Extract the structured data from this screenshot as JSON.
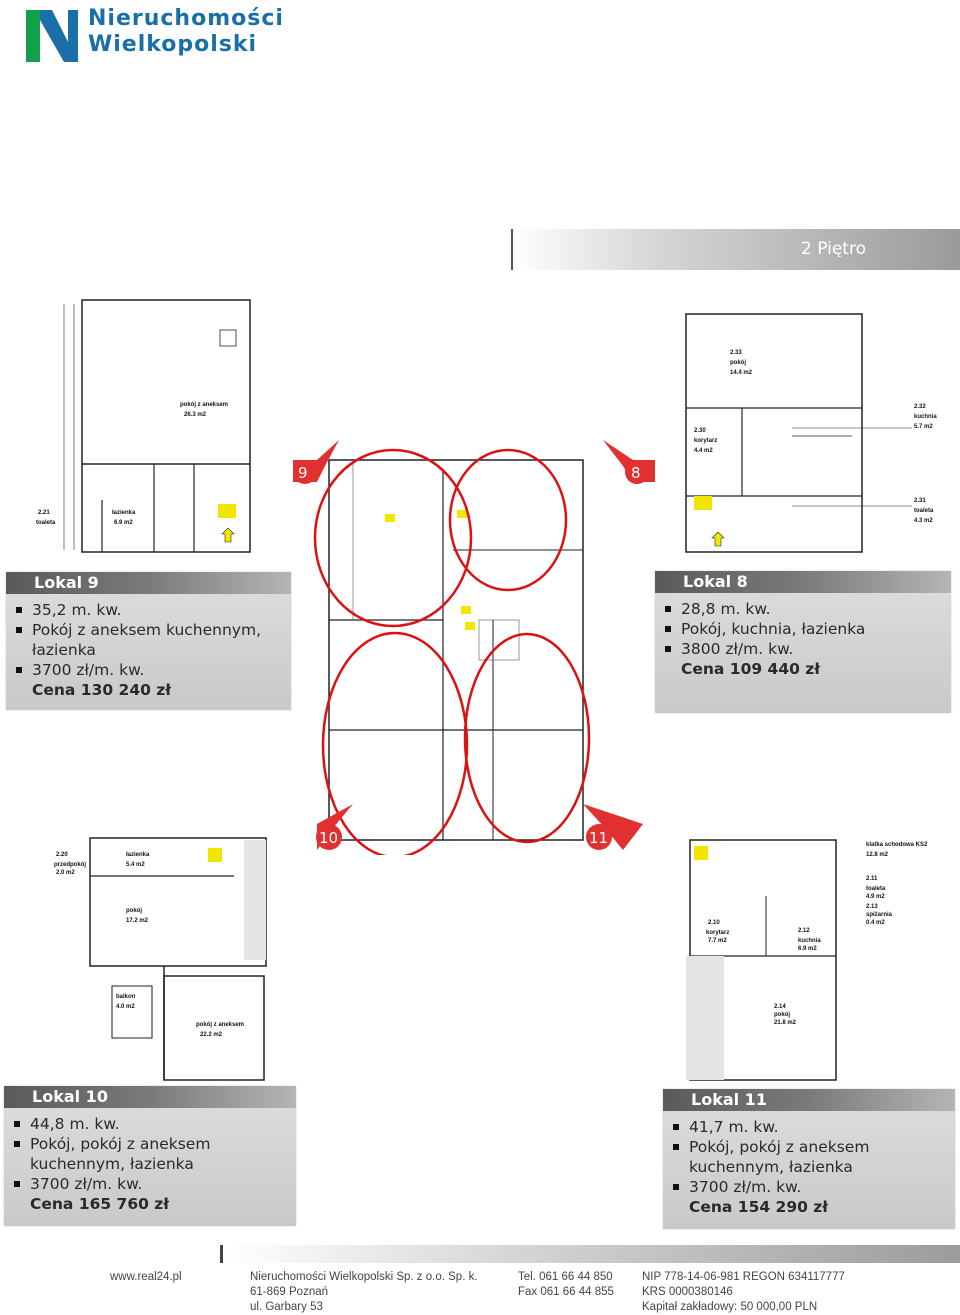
{
  "brand": {
    "line1": "Nieruchomości",
    "line2": "Wielkopolski",
    "color": "#1b6fa8",
    "accent": "#13a04a"
  },
  "floor": {
    "title": "2 Piętro"
  },
  "plan_labels": {
    "lokal9": {
      "room": "pokój z aneksem",
      "room_area": "26.3 m2",
      "bath": "łazienka",
      "bath_area": "6.9 m2",
      "code_toilet": "2.21",
      "toilet": "toaleta"
    },
    "lokal8": {
      "room_code": "2.33",
      "room": "pokój",
      "room_area": "14.4 m2",
      "corr_code": "2.30",
      "corr": "korytarz",
      "corr_area": "4.4 m2",
      "kitchen_code": "2.32",
      "kitchen": "kuchnia",
      "kitchen_area": "5.7 m2",
      "toilet_code": "2.31",
      "toilet": "toaleta",
      "toilet_area": "4.3 m2"
    },
    "lokal10": {
      "hall_code": "2.20",
      "hall": "przedpokój",
      "hall_area": "2.0 m2",
      "bath": "łazienka",
      "bath_area": "5.4 m2",
      "room": "pokój",
      "room_area": "17.2 m2",
      "balcony": "balkon",
      "balcony_area": "4.0 m2",
      "annex": "pokój z aneksem",
      "annex_area": "22.2 m2"
    },
    "lokal11": {
      "stair": "klatka schodowa KS2",
      "stair_area": "12.8 m2",
      "toilet_code": "2.11",
      "toilet": "toaleta",
      "toilet_area": "4.9 m2",
      "storage_code": "2.13",
      "storage": "spiżarnia",
      "storage_area": "0.4 m2",
      "corr_code": "2.10",
      "corr": "korytarz",
      "corr_area": "7.7 m2",
      "kitchen_code": "2.12",
      "kitchen": "kuchnia",
      "kitchen_area": "6.9 m2",
      "room_code": "2.14",
      "room": "pokój",
      "room_area": "21.8 m2"
    }
  },
  "badges": [
    "9",
    "8",
    "10",
    "11"
  ],
  "units": [
    {
      "title": "Lokal 9",
      "items": [
        "35,2 m. kw.",
        "Pokój z aneksem kuchennym, łazienka",
        "3700 zł/m. kw."
      ],
      "price": "Cena 130 240  zł"
    },
    {
      "title": "Lokal 8",
      "items": [
        "28,8 m. kw.",
        "Pokój, kuchnia, łazienka",
        "3800 zł/m. kw."
      ],
      "price": "Cena 109 440  zł"
    },
    {
      "title": "Lokal 10",
      "items": [
        "44,8 m. kw.",
        "Pokój, pokój z aneksem kuchennym, łazienka",
        "3700 zł/m. kw."
      ],
      "price": "Cena 165 760  zł"
    },
    {
      "title": "Lokal 11",
      "items": [
        "41,7 m. kw.",
        "Pokój, pokój z aneksem kuchennym, łazienka",
        "3700 zł/m. kw."
      ],
      "price": "Cena 154 290  zł"
    }
  ],
  "footer": {
    "website": "www.real24.pl",
    "company": "Nieruchomości Wielkopolski Sp. z o.o. Sp. k.",
    "city": "61-869 Poznań",
    "street": "ul. Garbary 53",
    "tel": "Tel. 061 66 44 850",
    "fax": "Fax 061 66 44 855",
    "nip": "NIP 778-14-06-981  REGON 634117777",
    "krs": "KRS 0000380146",
    "capital": "Kapitał zakładowy: 50 000,00 PLN"
  }
}
